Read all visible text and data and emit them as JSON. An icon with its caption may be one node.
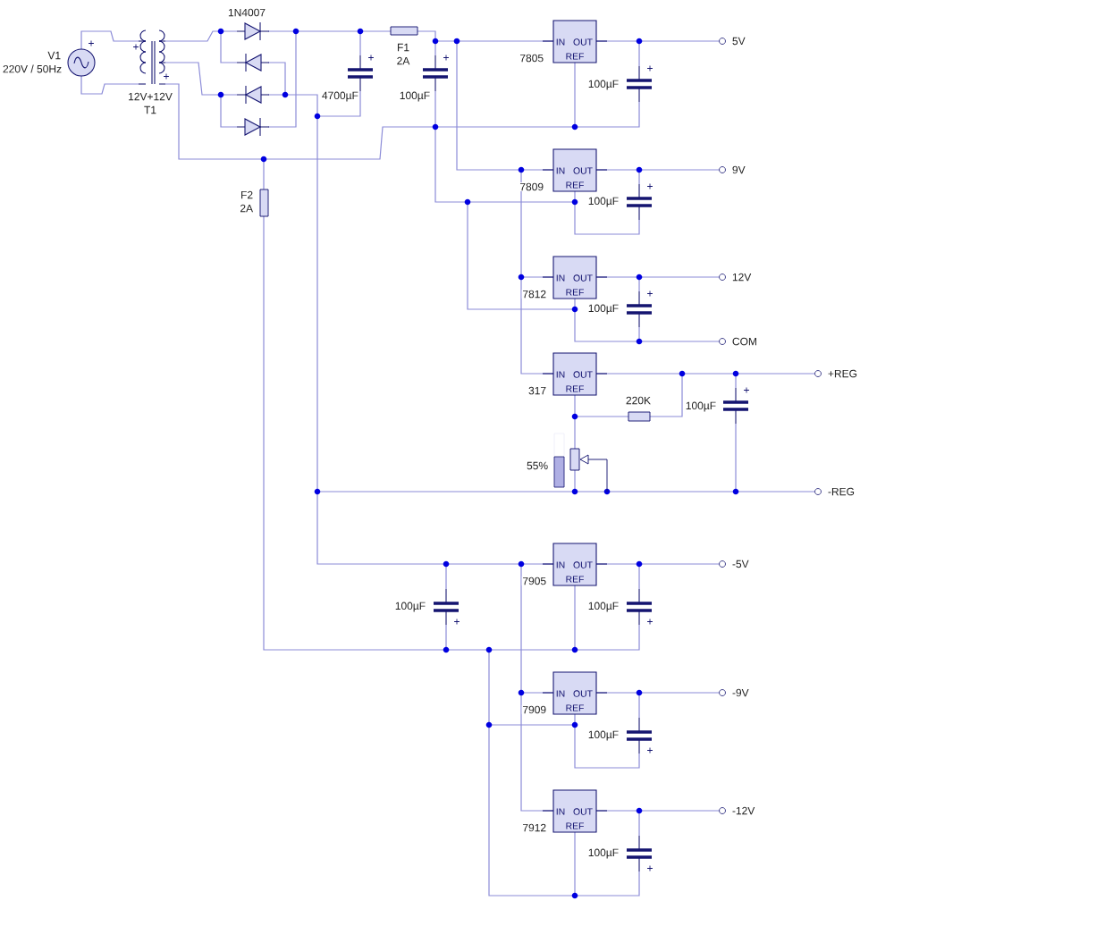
{
  "diagram": {
    "nodes": [
      {
        "text": [
          "IN",
          "OUT",
          "REF"
        ],
        "beside": [
          "7805"
        ]
      },
      {
        "text": [
          "IN",
          "OUT",
          "REF"
        ],
        "beside": [
          "7809"
        ]
      },
      {
        "text": [
          "IN",
          "OUT",
          "REF"
        ],
        "beside": [
          "7812"
        ]
      },
      {
        "text": [
          "IN",
          "OUT",
          "REF"
        ],
        "beside": [
          "317"
        ]
      },
      {
        "text": [
          "IN",
          "OUT",
          "REF"
        ],
        "beside": [
          "7905"
        ]
      },
      {
        "text": [
          "IN",
          "OUT",
          "REF"
        ],
        "beside": [
          "7909"
        ]
      },
      {
        "text": [
          "IN",
          "OUT",
          "REF"
        ],
        "beside": [
          "7912"
        ]
      }
    ],
    "labels": [
      "1N4007",
      "5V",
      "+",
      "+",
      "F1",
      "V1",
      "+",
      "+",
      "2A",
      "220V / 50Hz",
      "+",
      "+",
      "100µF",
      "12V+12V",
      "4700µF",
      "100µF",
      "T1",
      "9V",
      "+",
      "F2",
      "100µF",
      "2A",
      "12V",
      "+",
      "100µF",
      "COM",
      "+REG",
      "+",
      "220K",
      "100µF",
      "55%",
      "-REG",
      "-5V",
      "100µF",
      "100µF",
      "+",
      "+",
      "-9V",
      "100µF",
      "+",
      "-12V",
      "100µF",
      "+"
    ]
  }
}
